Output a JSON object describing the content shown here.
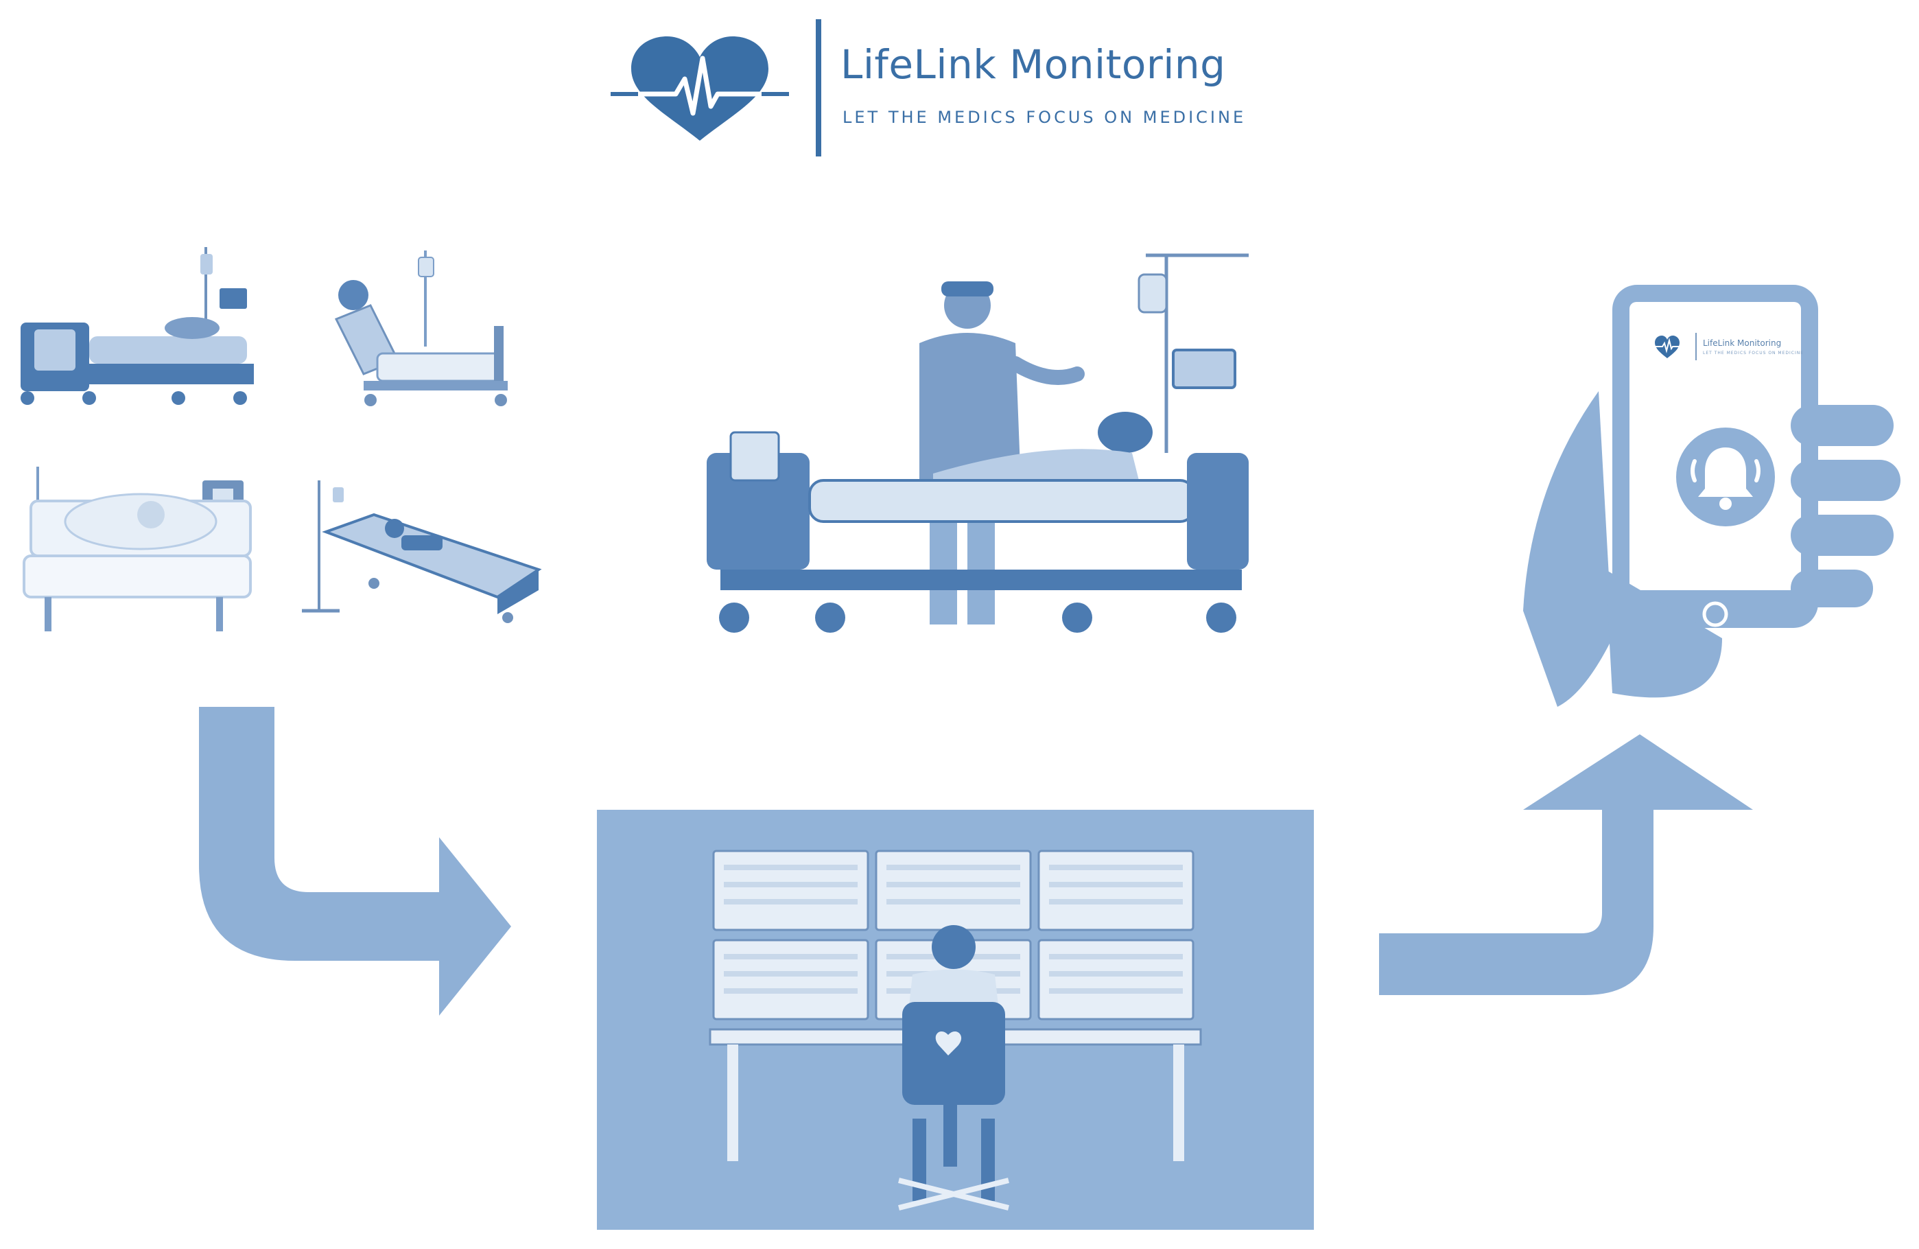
{
  "brand": {
    "name": "LifeLink Monitoring",
    "tagline": "LET THE MEDICS FOCUS ON MEDICINE",
    "logo_icon": "heart-ecg-icon"
  },
  "phone": {
    "app_name": "LifeLink Monitoring",
    "app_tagline": "LET THE MEDICS FOCUS ON MEDICINE",
    "alert_icon": "bell-icon"
  },
  "colors": {
    "primary": "#3a6fa6",
    "arrow": "#8fb0d6",
    "panel": "#92b3d8",
    "light": "#d7e4f2"
  }
}
